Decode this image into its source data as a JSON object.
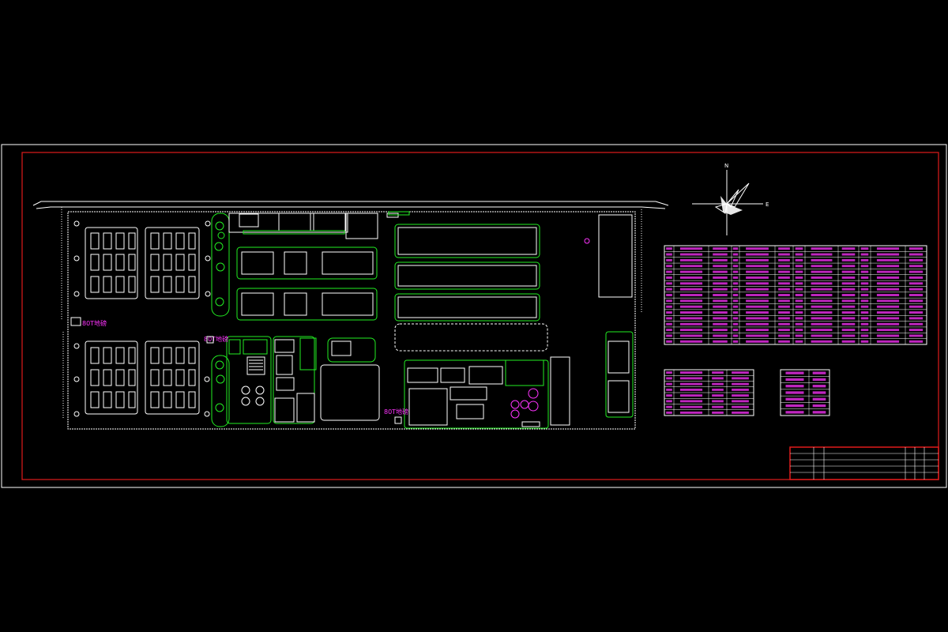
{
  "drawing": {
    "colors": {
      "background": "#000000",
      "outer_frame": "#ffffff",
      "inner_frame": "#e01b1b",
      "wall": "#ffffff",
      "label": "#ff33ff",
      "green": "#22ee22"
    },
    "compass": {
      "north": "N",
      "east": "E"
    },
    "site_labels": {
      "truck_scale_1": "80T地磅",
      "truck_scale_2": "80T地磅",
      "truck_scale_3": "80T地磅"
    }
  }
}
